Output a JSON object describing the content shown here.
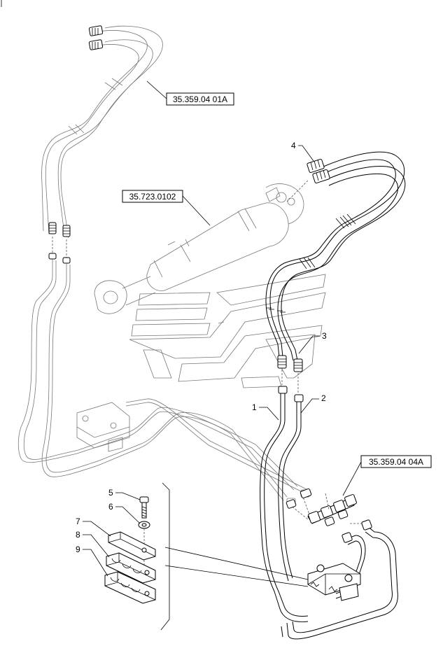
{
  "references": {
    "hose_assembly_top": "35.359.04 01A",
    "cylinder": "35.723.0102",
    "valve_block": "35.359.04 04A"
  },
  "callouts": {
    "c1": "1",
    "c2": "2",
    "c3": "3",
    "c4": "4",
    "c5": "5",
    "c6": "6",
    "c7": "7",
    "c8": "8",
    "c9": "9"
  }
}
